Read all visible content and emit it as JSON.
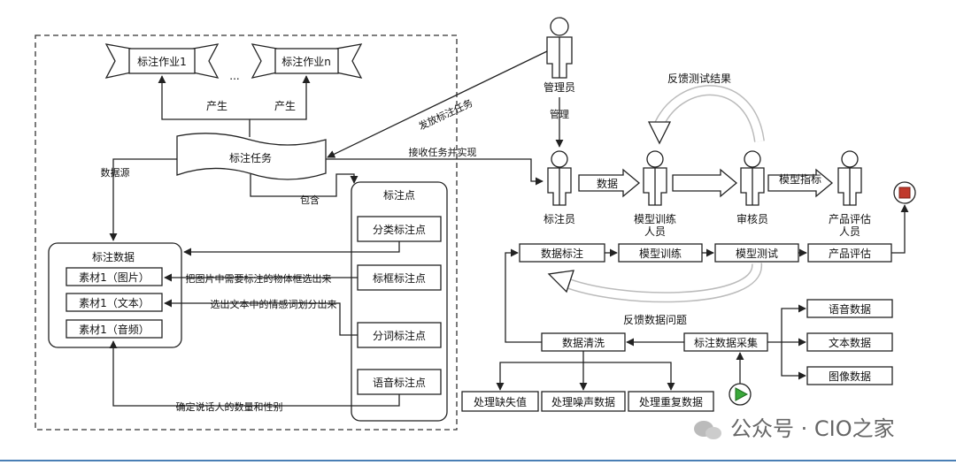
{
  "jobs": {
    "job1": "标注作业1",
    "ellipsis": "...",
    "jobn": "标注作业n"
  },
  "produce": {
    "left": "产生",
    "right": "产生"
  },
  "task": "标注任务",
  "data_source": "数据源",
  "contains": "包含",
  "annotation_points": {
    "title": "标注点",
    "classify": "分类标注点",
    "bbox": "标框标注点",
    "segment": "分词标注点",
    "speech": "语音标注点"
  },
  "annotation_data": {
    "title": "标注数据",
    "image": "素材1（图片）",
    "text": "素材1（文本）",
    "audio": "素材1（音频）"
  },
  "arrow_texts": {
    "bbox": "把图片中需要标注的物体框选出来",
    "segment": "选出文本中的情感词划分出来",
    "speech": "确定说话人的数量和性别"
  },
  "roles": {
    "manager": "管理员",
    "annotator": "标注员",
    "trainer": "模型训练\n人员",
    "reviewer": "审核员",
    "evaluator": "产品评估\n人员"
  },
  "flow_texts": {
    "publish": "发放标注任务",
    "manage": "管理",
    "receive": "接收任务并实现",
    "data": "数据",
    "model_metrics": "模型指标",
    "feedback_test": "反馈测试结果",
    "feedback_data": "反馈数据问题"
  },
  "process": {
    "annotate": "数据标注",
    "train": "模型训练",
    "test": "模型测试",
    "evaluate": "产品评估"
  },
  "collection": {
    "collect": "标注数据采集",
    "clean": "数据清洗",
    "speech": "语音数据",
    "text": "文本数据",
    "image": "图像数据",
    "missing": "处理缺失值",
    "noise": "处理噪声数据",
    "duplicate": "处理重复数据"
  },
  "watermark": "公众号 · CIO之家",
  "colors": {
    "start": "#3aa83a",
    "stop": "#c0392b",
    "feedback_arrow": "#dcdcdc"
  }
}
